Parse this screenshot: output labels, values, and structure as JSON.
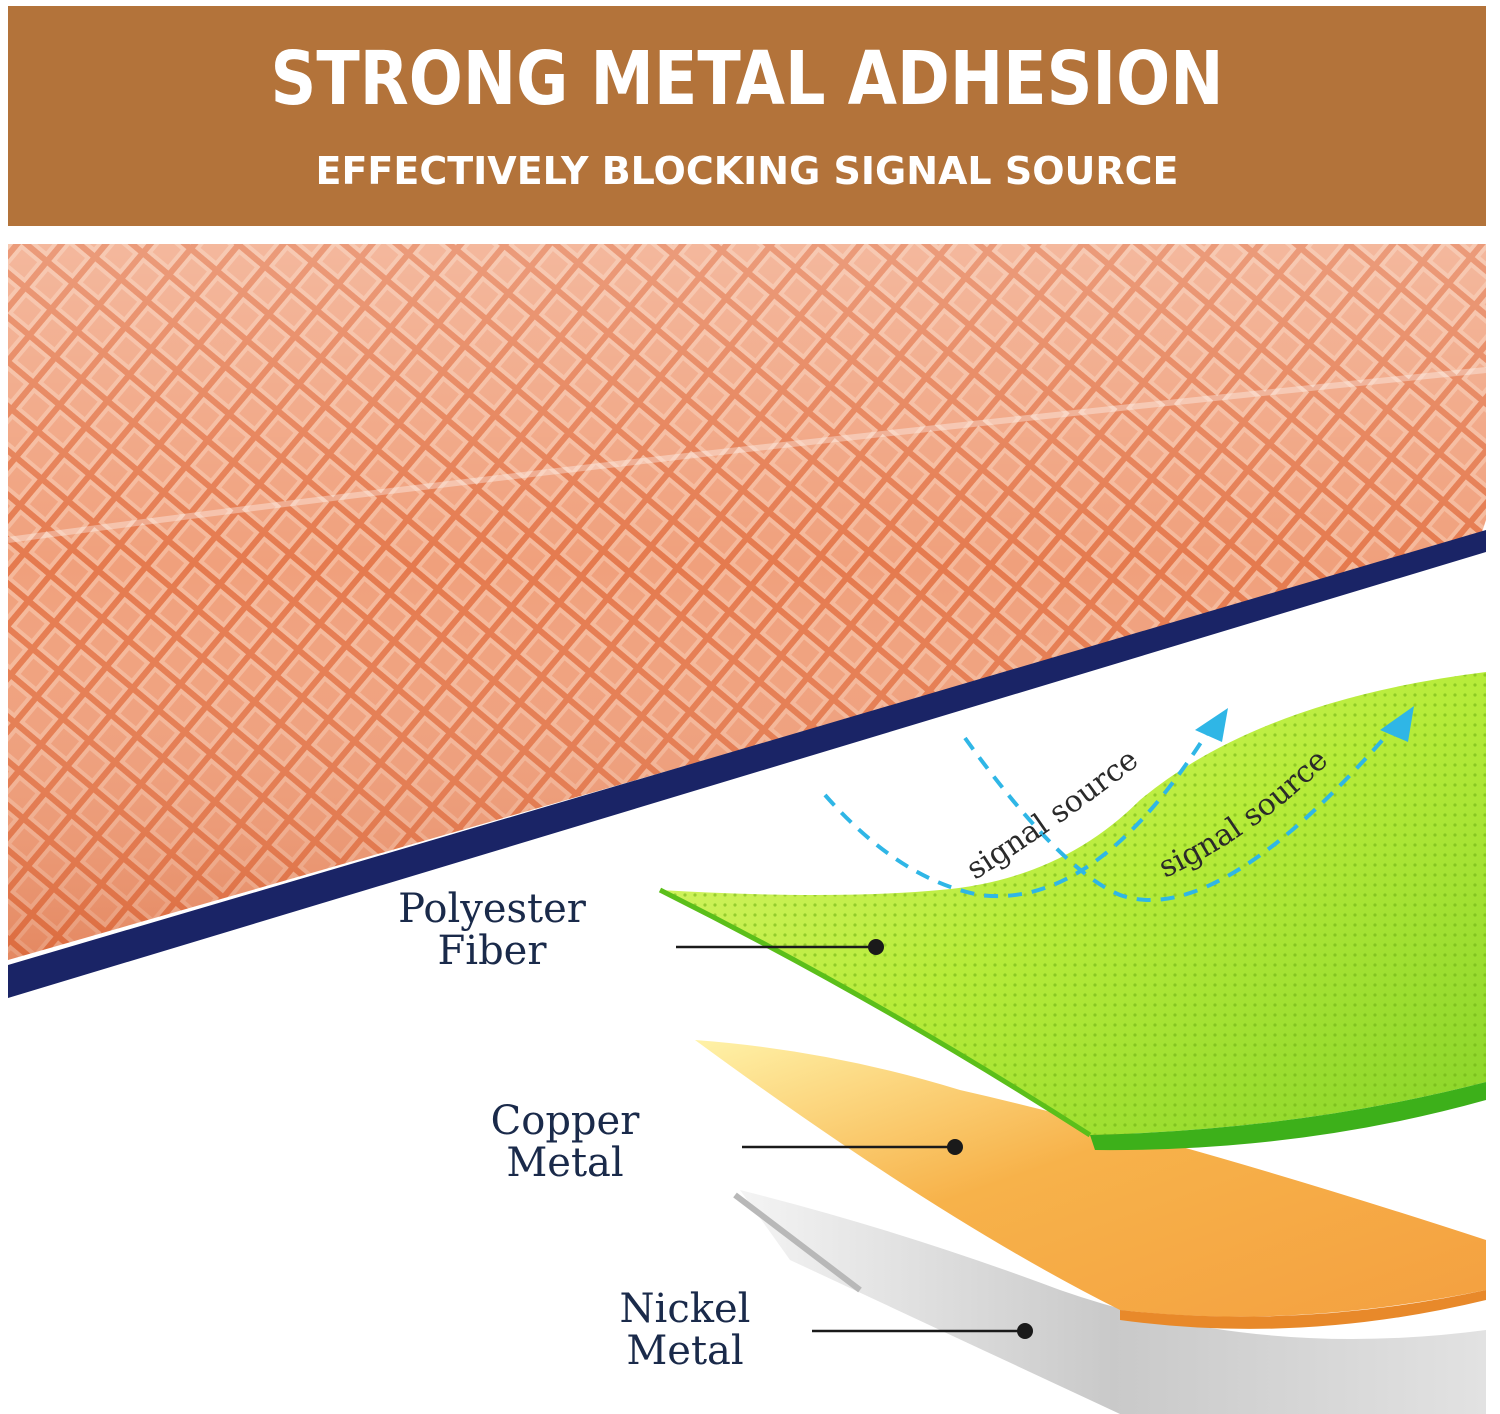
{
  "banner": {
    "title": "STRONG METAL ADHESION",
    "subtitle": "EFFECTIVELY BLOCKING SIGNAL SOURCE"
  },
  "diagram": {
    "signal_labels": [
      "signal source",
      "signal source"
    ],
    "layers": [
      {
        "line1": "Polyester",
        "line2": "Fiber",
        "color": "#9ee02a"
      },
      {
        "line1": "Copper",
        "line2": "Metal",
        "color": "#f2a23a"
      },
      {
        "line1": "Nickel",
        "line2": "Metal",
        "color": "#c8c8c8"
      }
    ]
  },
  "colors": {
    "banner": "#b3733a",
    "mesh": "#e8784a",
    "divider": "#1a2466",
    "arrow": "#2fb6e6"
  }
}
